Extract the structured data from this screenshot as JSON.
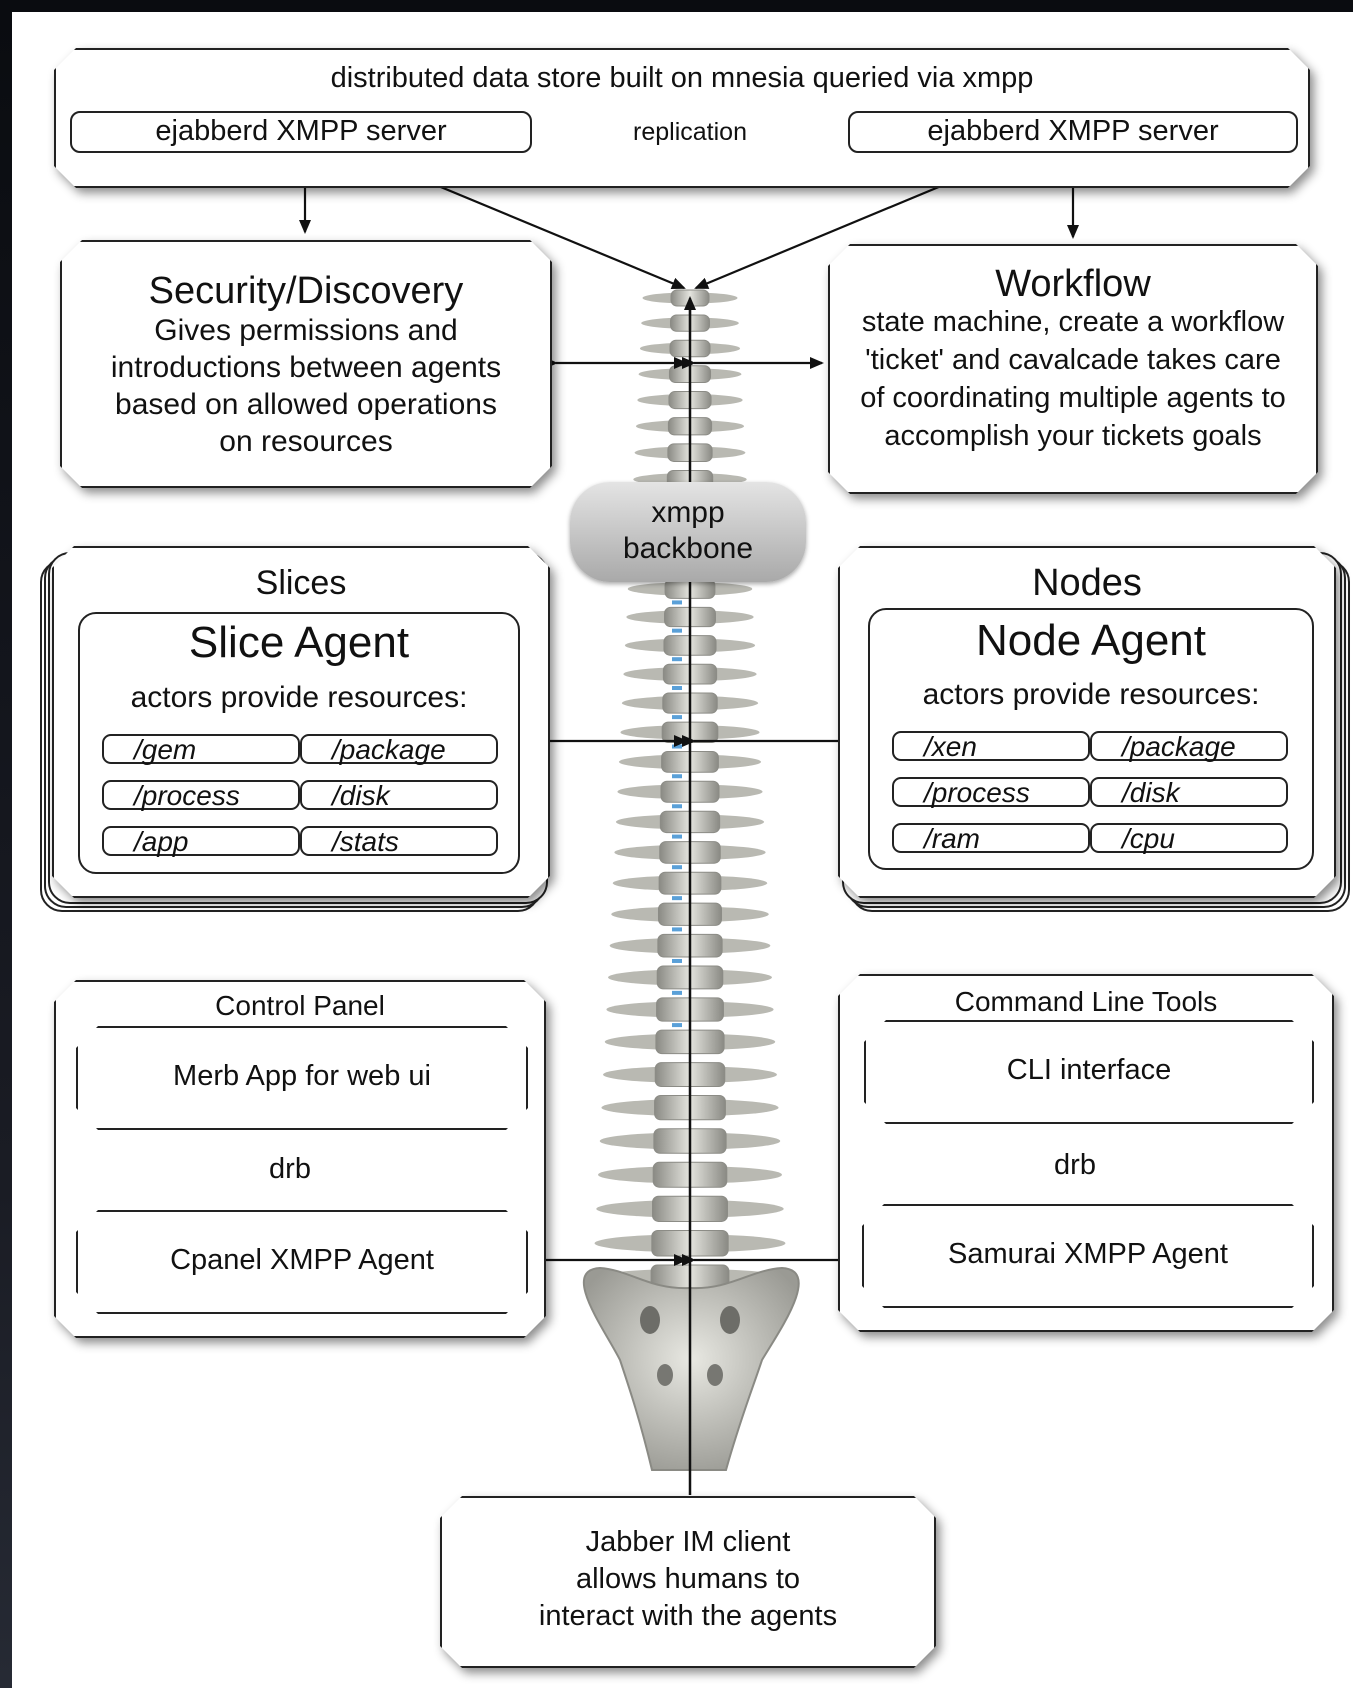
{
  "data_store": {
    "title": "distributed data store built on mnesia queried via xmpp",
    "server_left": "ejabberd XMPP server",
    "server_right": "ejabberd XMPP server",
    "replication": "replication"
  },
  "security": {
    "title": "Security/Discovery",
    "lines": [
      "Gives permissions and",
      "introductions between agents",
      "based on allowed operations",
      "on resources"
    ]
  },
  "workflow": {
    "title": "Workflow",
    "lines": [
      "state machine, create a workflow",
      "'ticket' and cavalcade takes care",
      "of coordinating multiple agents to",
      "accomplish your tickets goals"
    ]
  },
  "backbone": {
    "line1": "xmpp",
    "line2": "backbone"
  },
  "slices": {
    "heading": "Slices",
    "agent": "Slice Agent",
    "subtitle": "actors provide resources:",
    "resources": [
      "/gem",
      "/package",
      "/process",
      "/disk",
      "/app",
      "/stats"
    ]
  },
  "nodes": {
    "heading": "Nodes",
    "agent": "Node Agent",
    "subtitle": "actors provide resources:",
    "resources": [
      "/xen",
      "/package",
      "/process",
      "/disk",
      "/ram",
      "/cpu"
    ]
  },
  "control_panel": {
    "heading": "Control Panel",
    "top": "Merb App for web ui",
    "link": "drb",
    "bottom": "Cpanel XMPP Agent"
  },
  "cli_tools": {
    "heading": "Command Line Tools",
    "top": "CLI interface",
    "link": "drb",
    "bottom": "Samurai XMPP Agent"
  },
  "jabber": {
    "lines": [
      "Jabber IM client",
      "allows humans to",
      "interact with the agents"
    ]
  },
  "colors": {
    "background": "#111318",
    "frame": "#ffffff",
    "stroke": "#222222",
    "spine": "#cfcfc9",
    "spine_accent": "#5aa0d8"
  }
}
